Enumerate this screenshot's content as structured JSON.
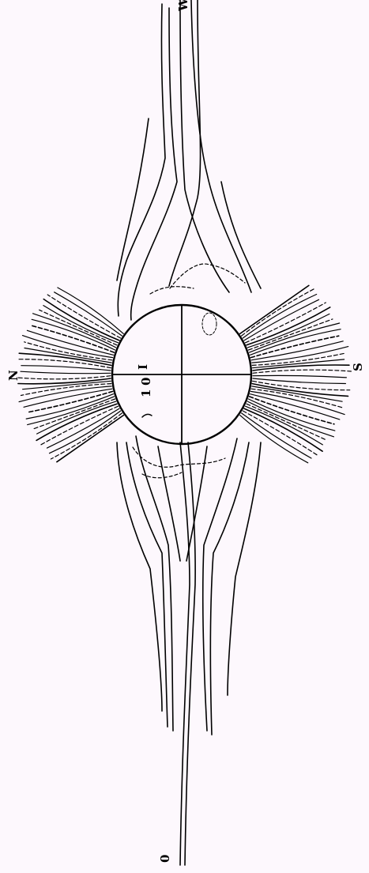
{
  "figure": {
    "background": "#fdf8fd",
    "ink": "#000000",
    "disc_labels": [
      "I",
      "0",
      "1"
    ],
    "edge_labels": {
      "top": "W",
      "bottom": "0",
      "left": "N",
      "right": "S"
    }
  }
}
